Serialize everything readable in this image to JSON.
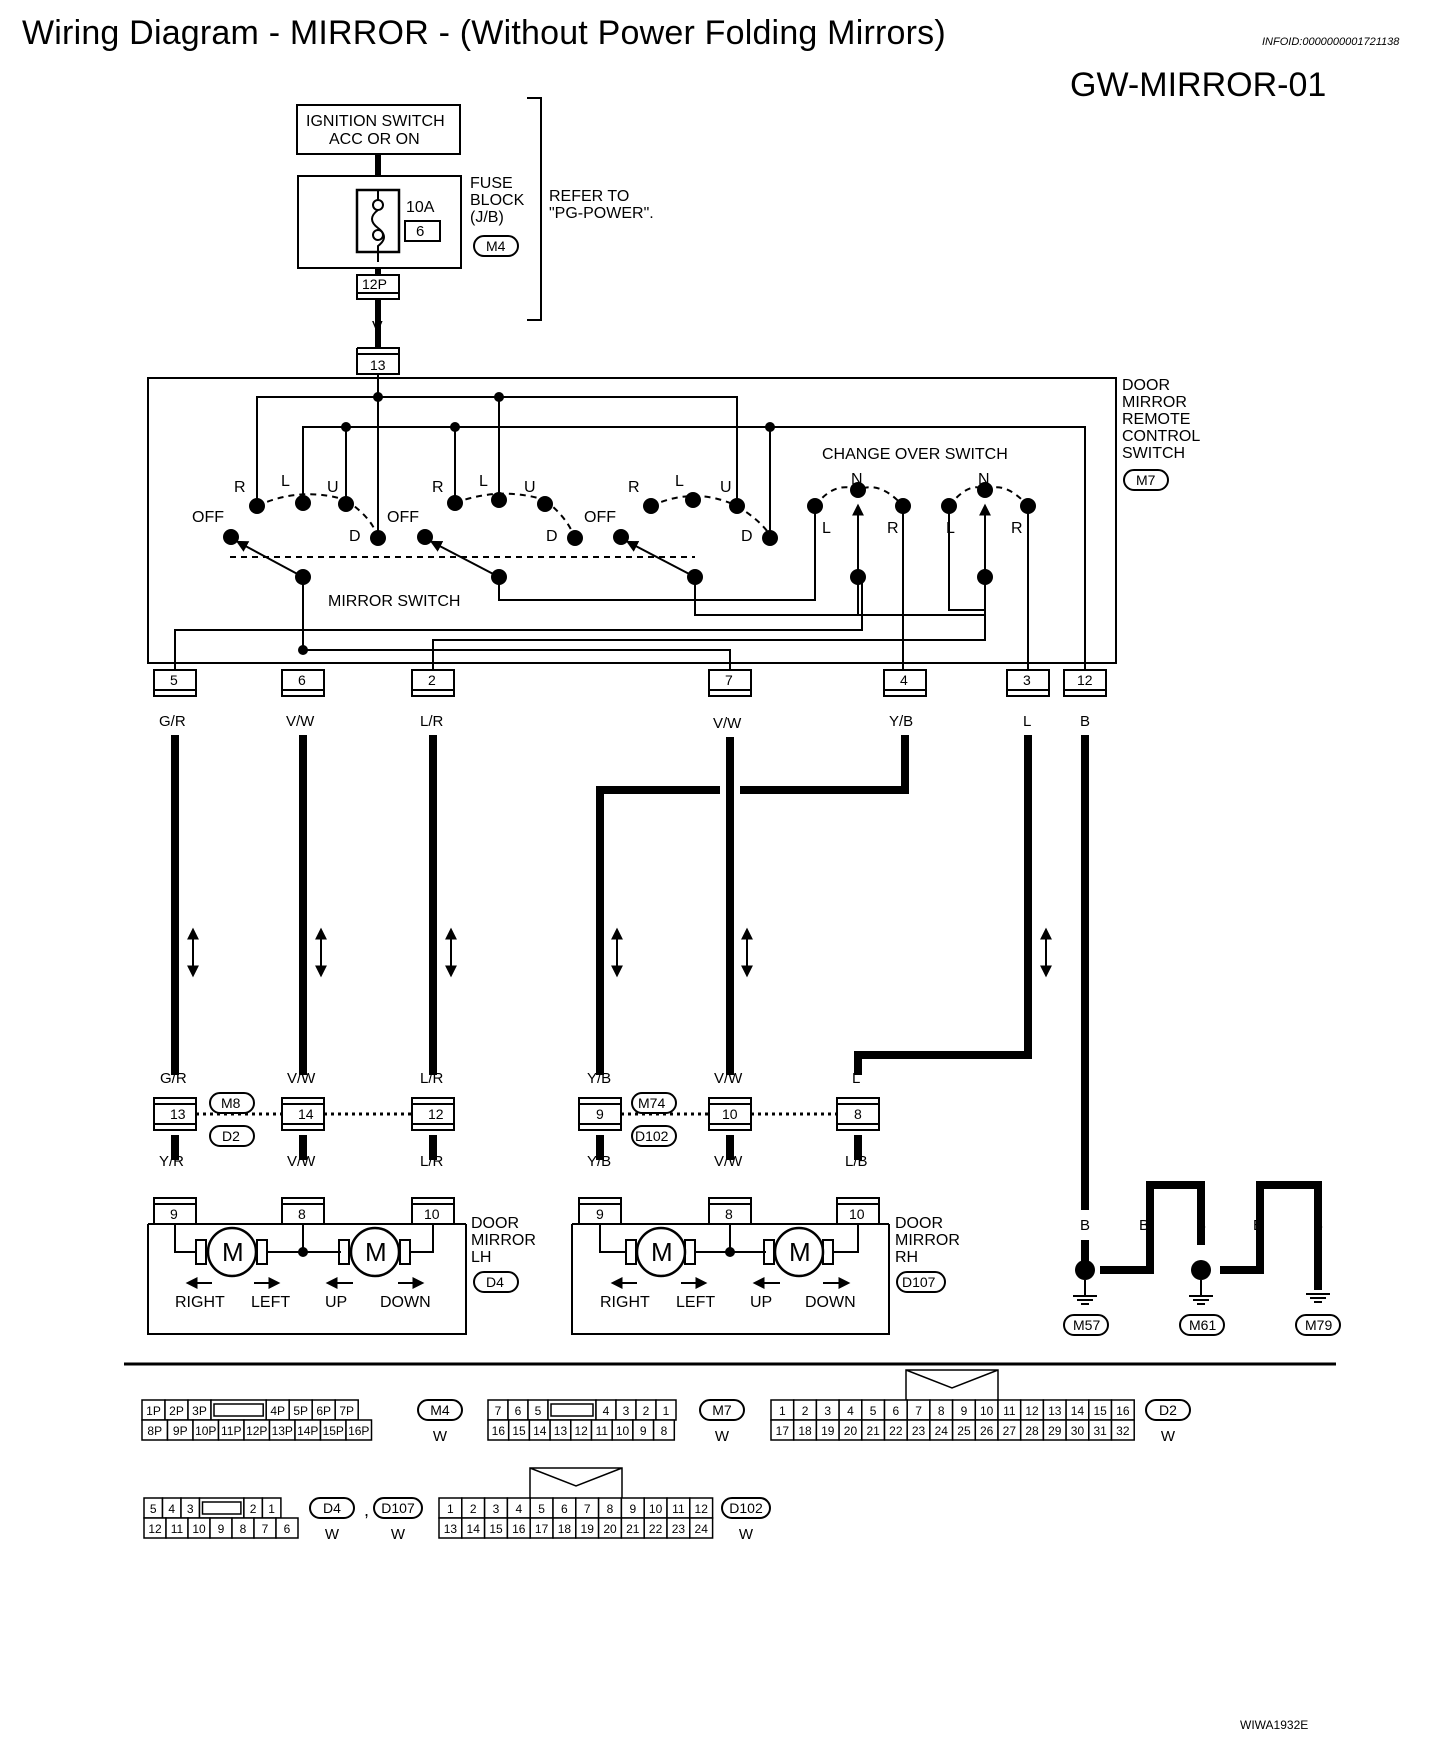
{
  "title": "Wiring Diagram - MIRROR - (Without Power Folding Mirrors)",
  "infoid": "INFOID:0000000001721138",
  "doc_id": "GW-MIRROR-01",
  "figure_id": "WIWA1932E",
  "ignition": {
    "line1": "IGNITION SWITCH",
    "line2": "ACC OR ON"
  },
  "fuse": {
    "amp": "10A",
    "num": "6",
    "label1": "FUSE",
    "label2": "BLOCK",
    "label3": "(J/B)",
    "conn": "M4",
    "pin": "12P"
  },
  "refer": {
    "line1": "REFER TO",
    "line2": "\"PG-POWER\"."
  },
  "top_wire": "V",
  "top_pin": "13",
  "switch_unit": {
    "l1": "DOOR",
    "l2": "MIRROR",
    "l3": "REMOTE",
    "l4": "CONTROL",
    "l5": "SWITCH",
    "conn": "M7"
  },
  "changeover_label": "CHANGE OVER SWITCH",
  "mirror_switch_label": "MIRROR SWITCH",
  "sw_labels": {
    "r": "R",
    "l": "L",
    "u": "U",
    "d": "D",
    "off": "OFF",
    "n": "N"
  },
  "pins": [
    {
      "pin": "5",
      "color": "G/R"
    },
    {
      "pin": "6",
      "color": "V/W"
    },
    {
      "pin": "2",
      "color": "L/R"
    },
    {
      "pin": "7",
      "color": "V/W"
    },
    {
      "pin": "4",
      "color": "Y/B"
    },
    {
      "pin": "3",
      "color": "L"
    },
    {
      "pin": "12",
      "color": "B"
    }
  ],
  "joint_lh": {
    "conn1": "M8",
    "conn2": "D2",
    "pins": [
      "13",
      "14",
      "12"
    ],
    "top": [
      "G/R",
      "V/W",
      "L/R"
    ],
    "bottom": [
      "Y/R",
      "V/W",
      "L/R"
    ]
  },
  "joint_rh": {
    "conn1": "M74",
    "conn2": "D102",
    "pins": [
      "9",
      "10",
      "8"
    ],
    "top": [
      "Y/B",
      "V/W",
      "L"
    ],
    "bottom": [
      "Y/B",
      "V/W",
      "L/B"
    ]
  },
  "mirror_lh": {
    "pins": [
      "9",
      "8",
      "10"
    ],
    "l1": "DOOR",
    "l2": "MIRROR",
    "l3": "LH",
    "conn": "D4"
  },
  "mirror_rh": {
    "pins": [
      "9",
      "8",
      "10"
    ],
    "l1": "DOOR",
    "l2": "MIRROR",
    "l3": "RH",
    "conn": "D107"
  },
  "motor": {
    "symbol": "M",
    "right": "RIGHT",
    "left": "LEFT",
    "up": "UP",
    "down": "DOWN"
  },
  "ground": {
    "wire": "B",
    "grounds": [
      "M57",
      "M61",
      "M79"
    ]
  },
  "connectors": {
    "m4": {
      "row1": [
        "1P",
        "2P",
        "3P",
        "",
        "4P",
        "5P",
        "6P",
        "7P"
      ],
      "row2": [
        "8P",
        "9P",
        "10P",
        "11P",
        "12P",
        "13P",
        "14P",
        "15P",
        "16P"
      ],
      "conn": "M4",
      "color": "W"
    },
    "m7": {
      "row1": [
        "7",
        "6",
        "5",
        "",
        "4",
        "3",
        "2",
        "1"
      ],
      "row2": [
        "16",
        "15",
        "14",
        "13",
        "12",
        "11",
        "10",
        "9",
        "8"
      ],
      "conn": "M7",
      "color": "W"
    },
    "d2": {
      "row1": [
        "1",
        "2",
        "3",
        "4",
        "5",
        "6",
        "7",
        "8",
        "9",
        "10",
        "11",
        "12",
        "13",
        "14",
        "15",
        "16"
      ],
      "row2": [
        "17",
        "18",
        "19",
        "20",
        "21",
        "22",
        "23",
        "24",
        "25",
        "26",
        "27",
        "28",
        "29",
        "30",
        "31",
        "32"
      ],
      "conn": "D2",
      "color": "W"
    },
    "d4": {
      "row1": [
        "5",
        "4",
        "3",
        "",
        "2",
        "1"
      ],
      "row2": [
        "12",
        "11",
        "10",
        "9",
        "8",
        "7",
        "6"
      ],
      "conn1": "D4",
      "sep": ",",
      "conn2": "D107",
      "color1": "W",
      "color2": "W"
    },
    "d102": {
      "row1": [
        "1",
        "2",
        "3",
        "4",
        "5",
        "6",
        "7",
        "8",
        "9",
        "10",
        "11",
        "12"
      ],
      "row2": [
        "13",
        "14",
        "15",
        "16",
        "17",
        "18",
        "19",
        "20",
        "21",
        "22",
        "23",
        "24"
      ],
      "conn": "D102",
      "color": "W"
    }
  }
}
